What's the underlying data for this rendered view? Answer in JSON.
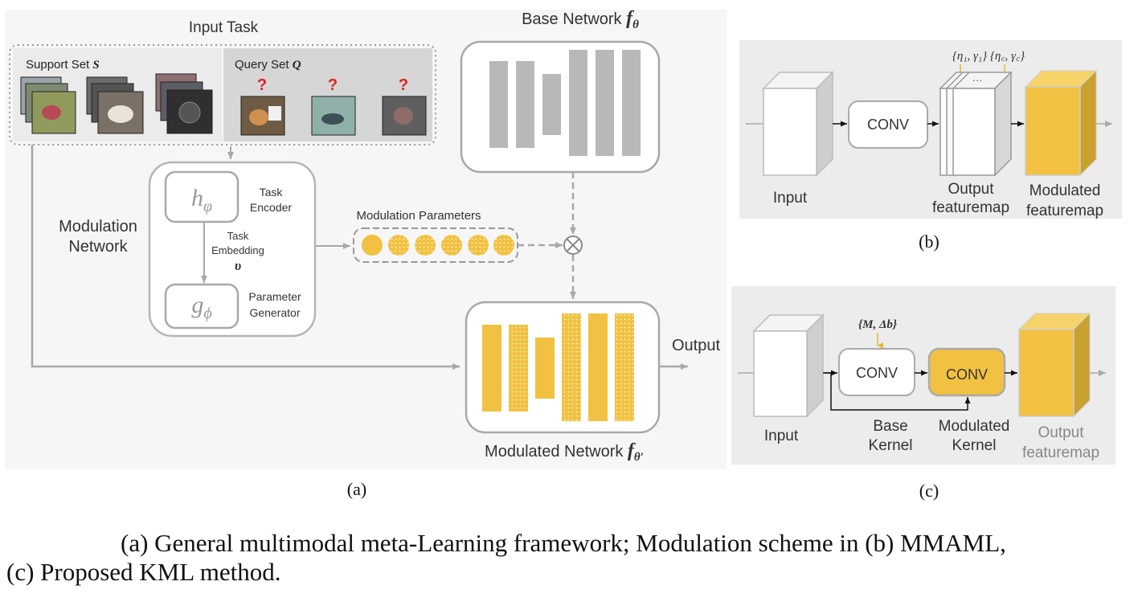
{
  "panel_a": {
    "input_task_label": "Input Task",
    "support_set_label": "Support Set",
    "support_set_symbol": "S",
    "query_set_label": "Query Set",
    "query_set_symbol": "Q",
    "question_mark": "?",
    "base_network_label": "Base Network",
    "base_network_symbol": "f",
    "base_network_sub": "θ",
    "modulation_network_line1": "Modulation",
    "modulation_network_line2": "Network",
    "task_encoder_symbol": "h",
    "task_encoder_sub": "φ",
    "task_encoder_line1": "Task",
    "task_encoder_line2": "Encoder",
    "task_embedding_line1": "Task",
    "task_embedding_line2": "Embedding",
    "task_embedding_symbol": "υ",
    "param_gen_symbol": "g",
    "param_gen_sub": "ϕ",
    "param_gen_line1": "Parameter",
    "param_gen_line2": "Generator",
    "modulation_parameters_label": "Modulation Parameters",
    "output_label": "Output",
    "modulated_network_label": "Modulated Network",
    "modulated_network_symbol": "f",
    "modulated_network_sub": "θ′",
    "panel_label": "(a)"
  },
  "panel_b": {
    "params_label": "{η₁, γ₁} {η꜀, γ꜀}",
    "ellipsis": "···",
    "input_label": "Input",
    "conv_label": "CONV",
    "output_line1": "Output",
    "output_line2": "featuremap",
    "modulated_line1": "Modulated",
    "modulated_line2": "featuremap",
    "panel_label": "(b)"
  },
  "panel_c": {
    "params_label": "{M, Δb}",
    "input_label": "Input",
    "conv_base_label": "CONV",
    "conv_mod_label": "CONV",
    "base_kernel_line1": "Base",
    "base_kernel_line2": "Kernel",
    "mod_kernel_line1": "Modulated",
    "mod_kernel_line2": "Kernel",
    "output_line1": "Output",
    "output_line2": "featuremap",
    "panel_label": "(c)"
  },
  "caption": {
    "line1": "(a) General multimodal meta-Learning framework; Modulation scheme in (b) MMAML,",
    "line2": "(c) Proposed KML method."
  },
  "colors": {
    "accent_yellow": "#f2c141",
    "dark_yellow": "#c9a12e",
    "panel_bg": "#eeeeee",
    "bar_gray": "#b8b8b8",
    "box_stroke": "#a8a8a8",
    "question_red": "#e02020"
  }
}
